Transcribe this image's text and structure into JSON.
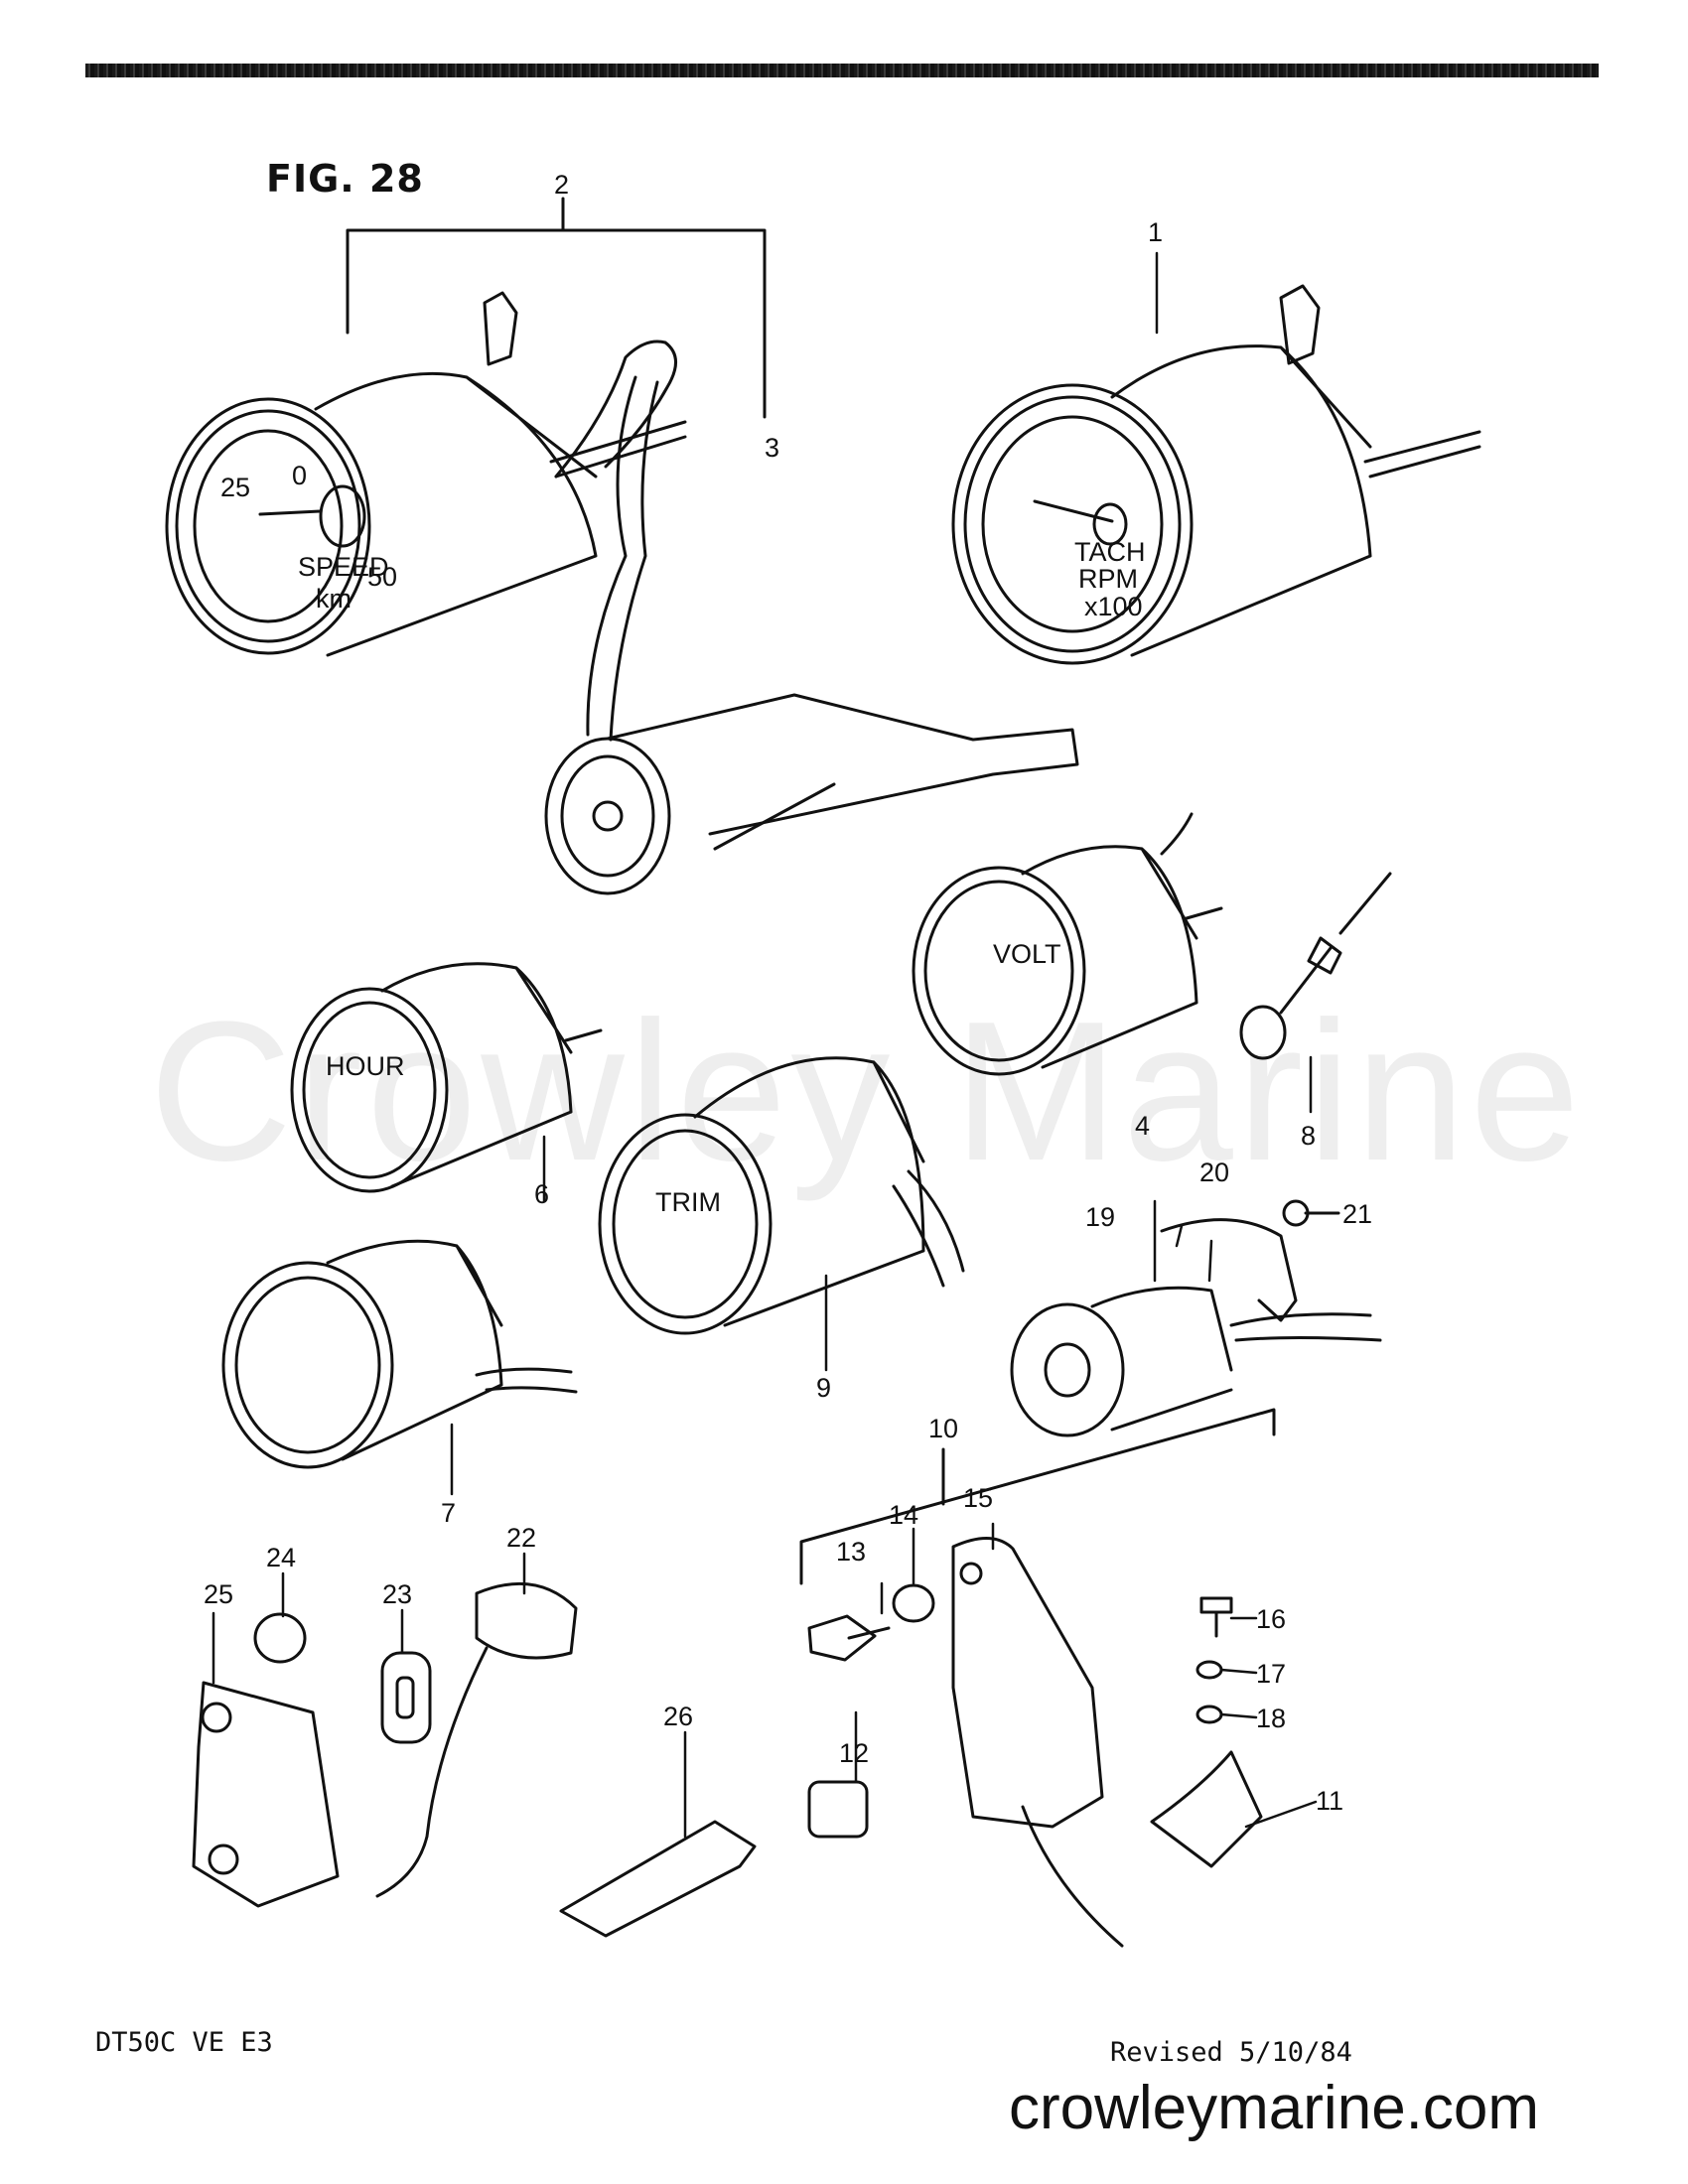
{
  "figure_title": "FIG. 28",
  "watermark_text": "Crowley Marine",
  "model_code": "DT50C VE E3",
  "revised_text": "Revised 5/10/84",
  "website": "crowleymarine.com",
  "callouts": [
    "1",
    "2",
    "3",
    "4",
    "6",
    "7",
    "8",
    "9",
    "10",
    "11",
    "12",
    "13",
    "14",
    "15",
    "16",
    "17",
    "18",
    "19",
    "20",
    "21",
    "22",
    "23",
    "24",
    "25",
    "26"
  ],
  "gauge_face_text": {
    "speedometer": [
      "25",
      "0",
      "SPEED",
      "50",
      "km"
    ],
    "tachometer": [
      "TACH",
      "RPM",
      "x100"
    ],
    "voltmeter": [
      "VOLT"
    ],
    "hourmeter": [
      "HOUR"
    ],
    "trim_meter": [
      "TRIM"
    ]
  },
  "colors": {
    "ink": "#111111",
    "paper": "#ffffff",
    "watermark": "#eeeeee"
  }
}
